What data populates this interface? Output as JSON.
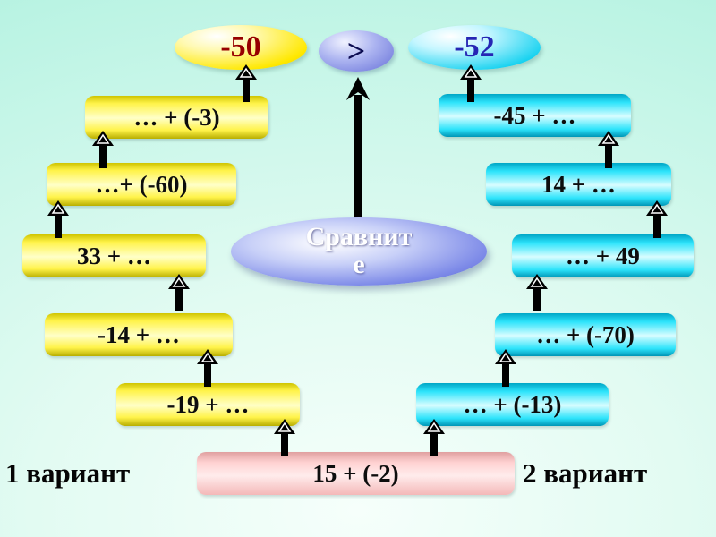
{
  "slide": {
    "comparison": {
      "sign": ">",
      "left_result": "-50",
      "right_result": "-52"
    },
    "task_label_lines": [
      "Сравнит",
      "е"
    ],
    "start_expression": "15 + (-2)",
    "left_chain": [
      "… + (-3)",
      "…+ (-60)",
      "33 + …",
      "-14 + …",
      "-19 + …"
    ],
    "right_chain": [
      "-45 + …",
      "14 + …",
      "… + 49",
      "… + (-70)",
      "… + (-13)"
    ],
    "left_variant_label": "1 вариант",
    "right_variant_label": "2 вариант"
  },
  "colors": {
    "left_chain_fill": "#ffee22",
    "right_chain_fill": "#2ee4fb",
    "start_fill": "#ffd2d2",
    "left_result_fill": "#ffe800",
    "right_result_fill": "#18d2f0",
    "left_result_text": "#970000",
    "right_result_text": "#2626b4",
    "task_ellipse_fill": "#5560cc",
    "task_text": "#ffffff",
    "arrow": "#000000",
    "background": "#c6f6e8"
  }
}
